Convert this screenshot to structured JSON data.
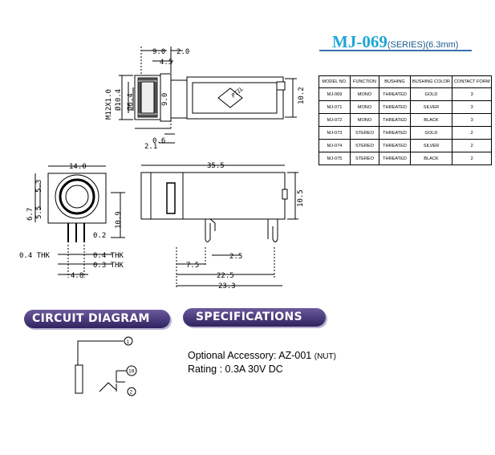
{
  "header": {
    "title": "MJ-069",
    "subtitle_series": "(SERIES)",
    "subtitle_size": "(6.3mm)"
  },
  "table": {
    "columns": [
      "MODEL NO.",
      "FUNCTION",
      "BUSHING",
      "BUSHING COLOR",
      "CONTACT FORM"
    ],
    "rows": [
      [
        "MJ-069",
        "MONO",
        "THREATED",
        "GOLD",
        "3"
      ],
      [
        "MJ-071",
        "MONO",
        "THREATED",
        "SILVER",
        "3"
      ],
      [
        "MJ-072",
        "MONO",
        "THREATED",
        "BLACK",
        "3"
      ],
      [
        "MJ-073",
        "STEREO",
        "THREATED",
        "GOLD",
        "2"
      ],
      [
        "MJ-074",
        "STEREO",
        "THREATED",
        "SILVER",
        "2"
      ],
      [
        "MJ-075",
        "STEREO",
        "THREATED",
        "BLACK",
        "2"
      ]
    ]
  },
  "dimensions": {
    "d9_0_top": "9.0",
    "d2_0": "2.0",
    "d4_5": "4.5",
    "thread": "M12X1.0",
    "dia10_4": "Ø10.4",
    "dia6_4": "Ø6.4",
    "d9_0_inner": "9.0",
    "d10_2": "10.2",
    "d0_6": "0.6",
    "d2_1": "2.1",
    "d14_0": "14.0",
    "d5_3": "5.3",
    "d5_5": "5.5",
    "d6_7": "6.7",
    "d10_9": "10.9",
    "d0_2": "0.2",
    "d0_4_left": "0.4 THK",
    "d0_4_right": "0.4 THK",
    "d0_3": "0.3 THK",
    "d4_8": "4.8",
    "d35_5": "35.5",
    "d10_5": "10.5",
    "d7_5": "7.5",
    "d2_5": "2.5",
    "d22_5": "22.5",
    "d23_3": "23.3"
  },
  "logo_text": "PTIL",
  "sections": {
    "circuit": "CIRCUIT DIAGRAM",
    "specs": "SPECIFICATIONS"
  },
  "circuit_pins": {
    "p1": "1",
    "p10": "10",
    "p2": "2"
  },
  "specifications": {
    "accessory_label": "Optional Accessory: AZ-001",
    "accessory_note": "(NUT)",
    "rating": "Rating : 0.3A 30V DC"
  },
  "colors": {
    "title": "#1fa6d6",
    "pill": "#3c2f73"
  }
}
